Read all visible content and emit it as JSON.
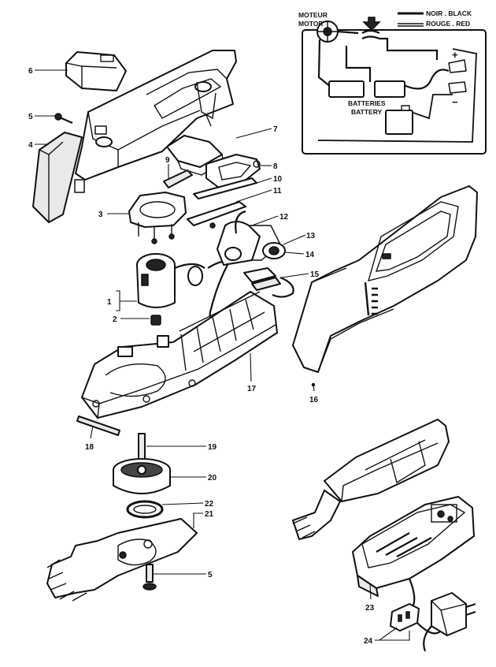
{
  "schematic": {
    "motor_label_fr": "MOTEUR",
    "motor_label_en": "MOTOR",
    "legend_black": "NOIR . BLACK",
    "legend_red": "ROUGE . RED",
    "batteries_label": "BATTERIES",
    "battery_label": "BATTERY",
    "plus_sign": "+",
    "minus_sign": "−"
  },
  "callouts": [
    "1",
    "2",
    "3",
    "4",
    "5",
    "6",
    "7",
    "8",
    "9",
    "10",
    "11",
    "12",
    "13",
    "14",
    "15",
    "16",
    "17",
    "18",
    "19",
    "20",
    "21",
    "22",
    "5",
    "23",
    "24"
  ]
}
